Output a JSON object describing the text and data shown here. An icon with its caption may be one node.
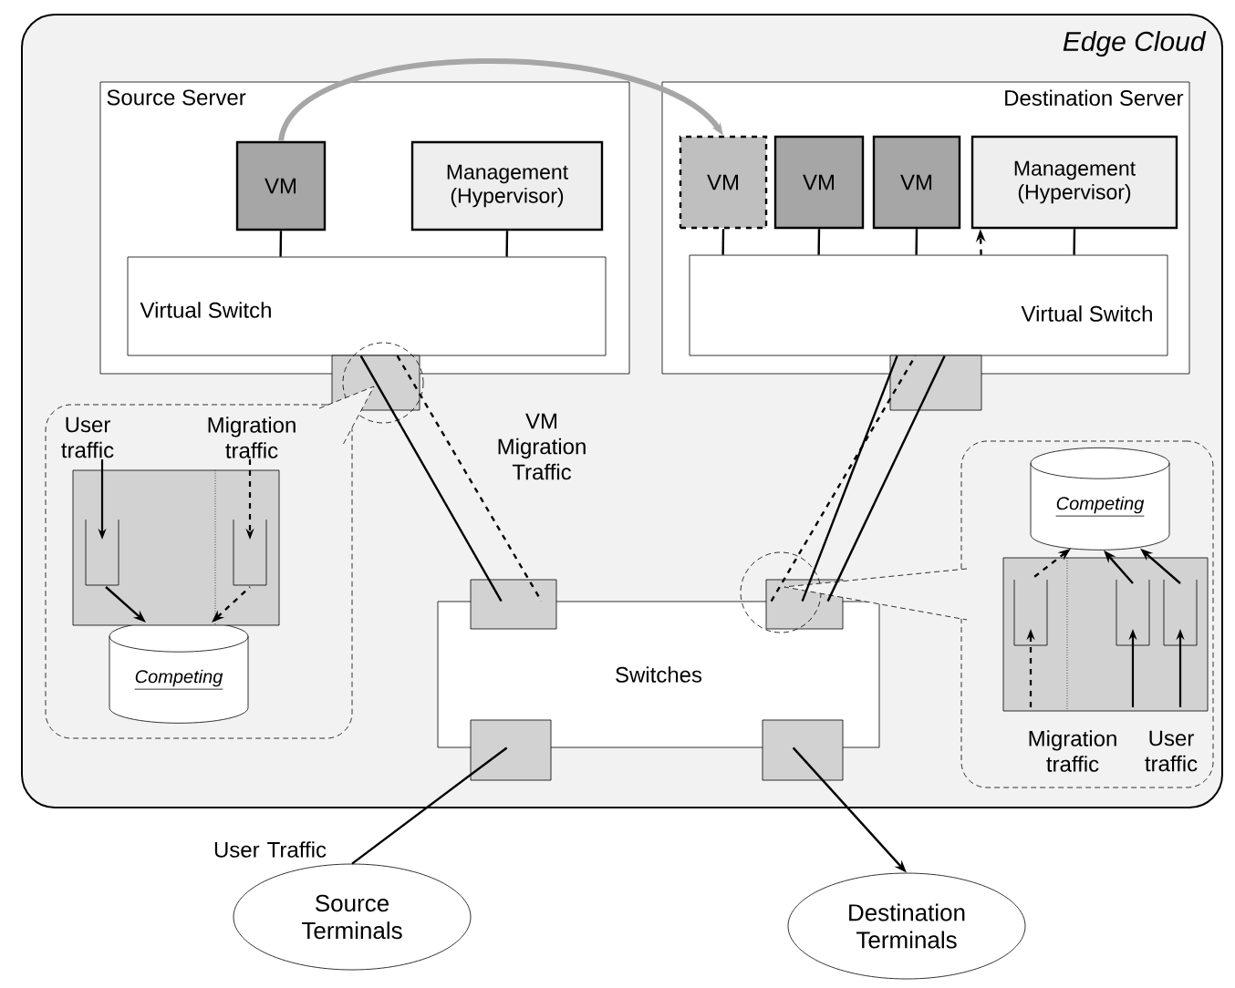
{
  "diagram": {
    "nodes": [
      {
        "text": [
          "Edge Cloud"
        ]
      },
      {
        "text": [
          "Source Server"
        ],
        "in": 0
      },
      {
        "text": [
          "VM"
        ],
        "in": 1
      },
      {
        "text": [
          "Management (Hypervisor)"
        ],
        "in": 1
      },
      {
        "text": [
          "Virtual Switch"
        ],
        "in": 1
      },
      {
        "text": [
          "Destination Server"
        ],
        "in": 0
      },
      {
        "text": [
          "VM"
        ],
        "in": 5
      },
      {
        "text": [
          "VM"
        ],
        "in": 5
      },
      {
        "text": [
          "VM"
        ],
        "in": 5
      },
      {
        "text": [
          "Management (Hypervisor)"
        ],
        "in": 5
      },
      {
        "text": [
          "Virtual Switch"
        ],
        "in": 5
      },
      {
        "text": [
          "Switches"
        ],
        "in": 0
      },
      {
        "text": [
          "Source Terminals"
        ]
      },
      {
        "text": [
          "Destination Terminals"
        ]
      },
      {
        "text": [
          "User traffic",
          "Migration traffic"
        ],
        "in": 0
      },
      {
        "text": [
          "Competing"
        ],
        "in": 14
      },
      {
        "text": [
          "Migration traffic",
          "User traffic"
        ],
        "in": 0
      },
      {
        "text": [
          "Competing"
        ],
        "in": 16
      }
    ],
    "edges": [
      {
        "from": 2,
        "to": 6,
        "arrow": "to",
        "style": "thick",
        "color": "#a6a6a6"
      },
      {
        "from": 2,
        "to": 4,
        "arrow": "none"
      },
      {
        "from": 3,
        "to": 4,
        "arrow": "none"
      },
      {
        "from": 6,
        "to": 10,
        "arrow": "none"
      },
      {
        "from": 7,
        "to": 10,
        "arrow": "none"
      },
      {
        "from": 8,
        "to": 10,
        "arrow": "none"
      },
      {
        "from": 9,
        "to": 10,
        "arrow": "none"
      },
      {
        "from": 4,
        "to": 11,
        "arrow": "none"
      },
      {
        "from": 4,
        "to": 11,
        "arrow": "none",
        "style": "dashed"
      },
      {
        "from": 11,
        "to": 10,
        "arrow": "none",
        "style": "dashed"
      },
      {
        "from": 10,
        "to": 9,
        "arrow": "to",
        "style": "dashed"
      },
      {
        "from": 11,
        "to": 10,
        "arrow": "none"
      },
      {
        "from": 11,
        "to": 10,
        "arrow": "none"
      },
      {
        "from": 12,
        "to": 11,
        "arrow": "none"
      },
      {
        "from": 11,
        "to": 13,
        "arrow": "to"
      },
      {
        "from": null,
        "to": 15,
        "arrow": "to"
      },
      {
        "from": null,
        "to": 15,
        "arrow": "to",
        "style": "dashed"
      },
      {
        "from": null,
        "to": 17,
        "arrow": "to",
        "style": "dashed"
      },
      {
        "from": null,
        "to": 17,
        "arrow": "to"
      },
      {
        "from": null,
        "to": 17,
        "arrow": "to"
      }
    ],
    "labels": [
      "VM Migration Traffic",
      "User Traffic"
    ]
  }
}
